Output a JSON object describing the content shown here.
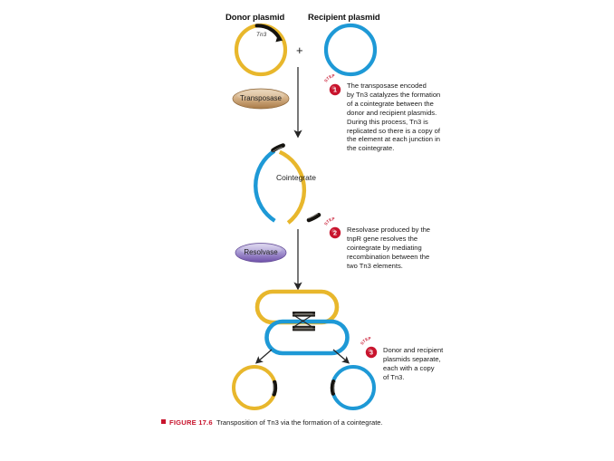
{
  "figure": {
    "colors": {
      "donor_yellow": "#E8B72C",
      "recipient_blue": "#1E99D6",
      "tn3_black": "#15130f",
      "step_red": "#C8142D",
      "transposase_fill": "#C79A6B",
      "resolvase_fill": "#8E7BC3",
      "arrow_dark": "#262626",
      "text_dark": "#1a1a1a",
      "page_background": "#ffffff"
    },
    "headers": {
      "donor": "Donor plasmid",
      "recipient": "Recipient plasmid"
    },
    "plus_sign": "+",
    "element_tag": "Tn3",
    "cointegrate_label": "Cointegrate",
    "enzymes": [
      {
        "name": "transposase",
        "label": "Transposase"
      },
      {
        "name": "resolvase",
        "label": "Resolvase"
      }
    ],
    "step_word": "STEP",
    "steps": [
      {
        "number": "1",
        "lines": [
          "The transposase encoded",
          "by Tn3 catalyzes the formation",
          "of a cointegrate between the",
          "donor and recipient plasmids.",
          "During this process, Tn3 is",
          "replicated so there is a copy of",
          "the element at each junction in",
          "the cointegrate."
        ]
      },
      {
        "number": "2",
        "lines": [
          "Resolvase produced by the",
          "tnpR gene resolves the",
          "cointegrate by mediating",
          "recombination between the",
          "two Tn3 elements."
        ]
      },
      {
        "number": "3",
        "lines": [
          "Donor and recipient",
          "plasmids separate,",
          "each with a copy",
          "of Tn3."
        ]
      }
    ],
    "caption": {
      "figure_number": "FIGURE 17.6",
      "text": "Transposition of Tn3 via the formation of a cointegrate."
    }
  }
}
